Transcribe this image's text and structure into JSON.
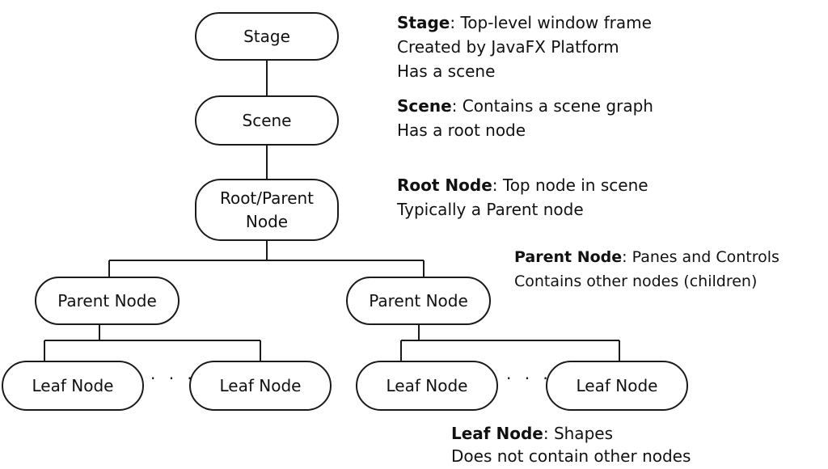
{
  "nodes": {
    "stage": "Stage",
    "scene": "Scene",
    "root": "Root/Parent\nNode",
    "parent_left": "Parent Node",
    "parent_right": "Parent Node",
    "leaf_1": "Leaf Node",
    "leaf_2": "Leaf Node",
    "leaf_3": "Leaf Node",
    "leaf_4": "Leaf Node"
  },
  "ellipsis": "· · ·",
  "descriptions": {
    "stage": {
      "term": "Stage",
      "lines": [
        "Top-level window frame",
        "Created by JavaFX Platform",
        "Has a scene"
      ]
    },
    "scene": {
      "term": "Scene",
      "lines": [
        "Contains a scene graph",
        "Has a root node"
      ]
    },
    "root": {
      "term": "Root Node",
      "lines": [
        "Top node in scene",
        "Typically a Parent node"
      ]
    },
    "parent": {
      "term": "Parent Node",
      "lines": [
        "Panes and Controls",
        "Contains other nodes (children)"
      ]
    },
    "leaf": {
      "term": "Leaf Node",
      "lines": [
        "Shapes",
        "Does not contain other nodes"
      ]
    }
  }
}
